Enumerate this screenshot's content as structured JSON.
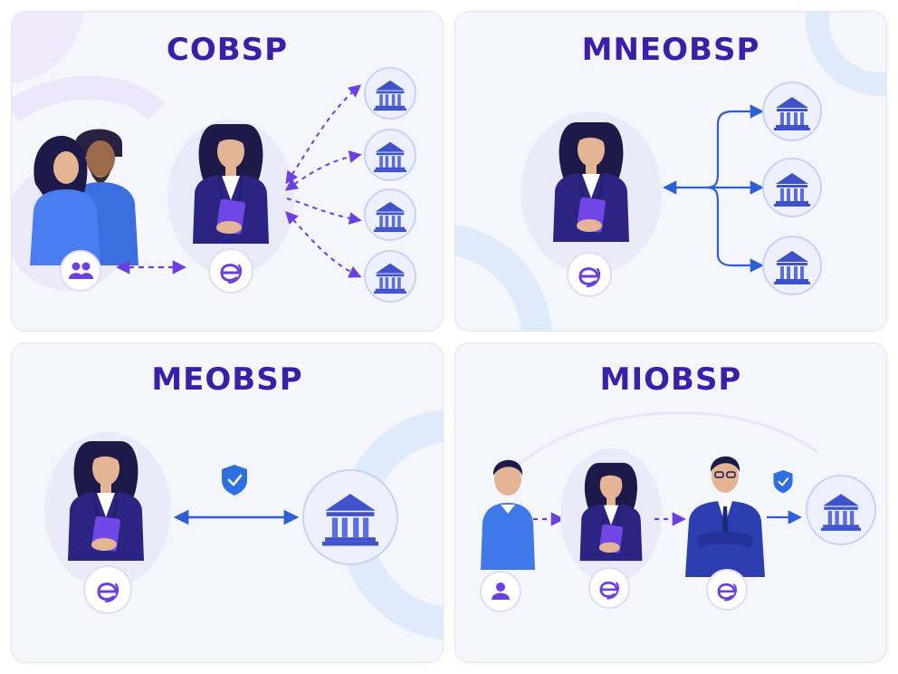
{
  "panels": {
    "cobsp": {
      "title": "COBSP"
    },
    "mneobsp": {
      "title": "MNEOBSP"
    },
    "meobsp": {
      "title": "MEOBSP"
    },
    "miobsp": {
      "title": "MIOBSP"
    }
  },
  "colors": {
    "title": "#3b1fa8",
    "accent_purple": "#6b3fe0",
    "navy_blazer": "#2c2483",
    "blue_arrow": "#2f5fd6",
    "bank_blue": "#3f52c9",
    "panel_bg": "#f5f6fb"
  },
  "icons": {
    "group": "group-icon",
    "user": "user-icon",
    "platform": "e-logo-icon",
    "bank": "bank-icon",
    "shield": "shield-check-icon",
    "tablet": "tablet-icon"
  }
}
